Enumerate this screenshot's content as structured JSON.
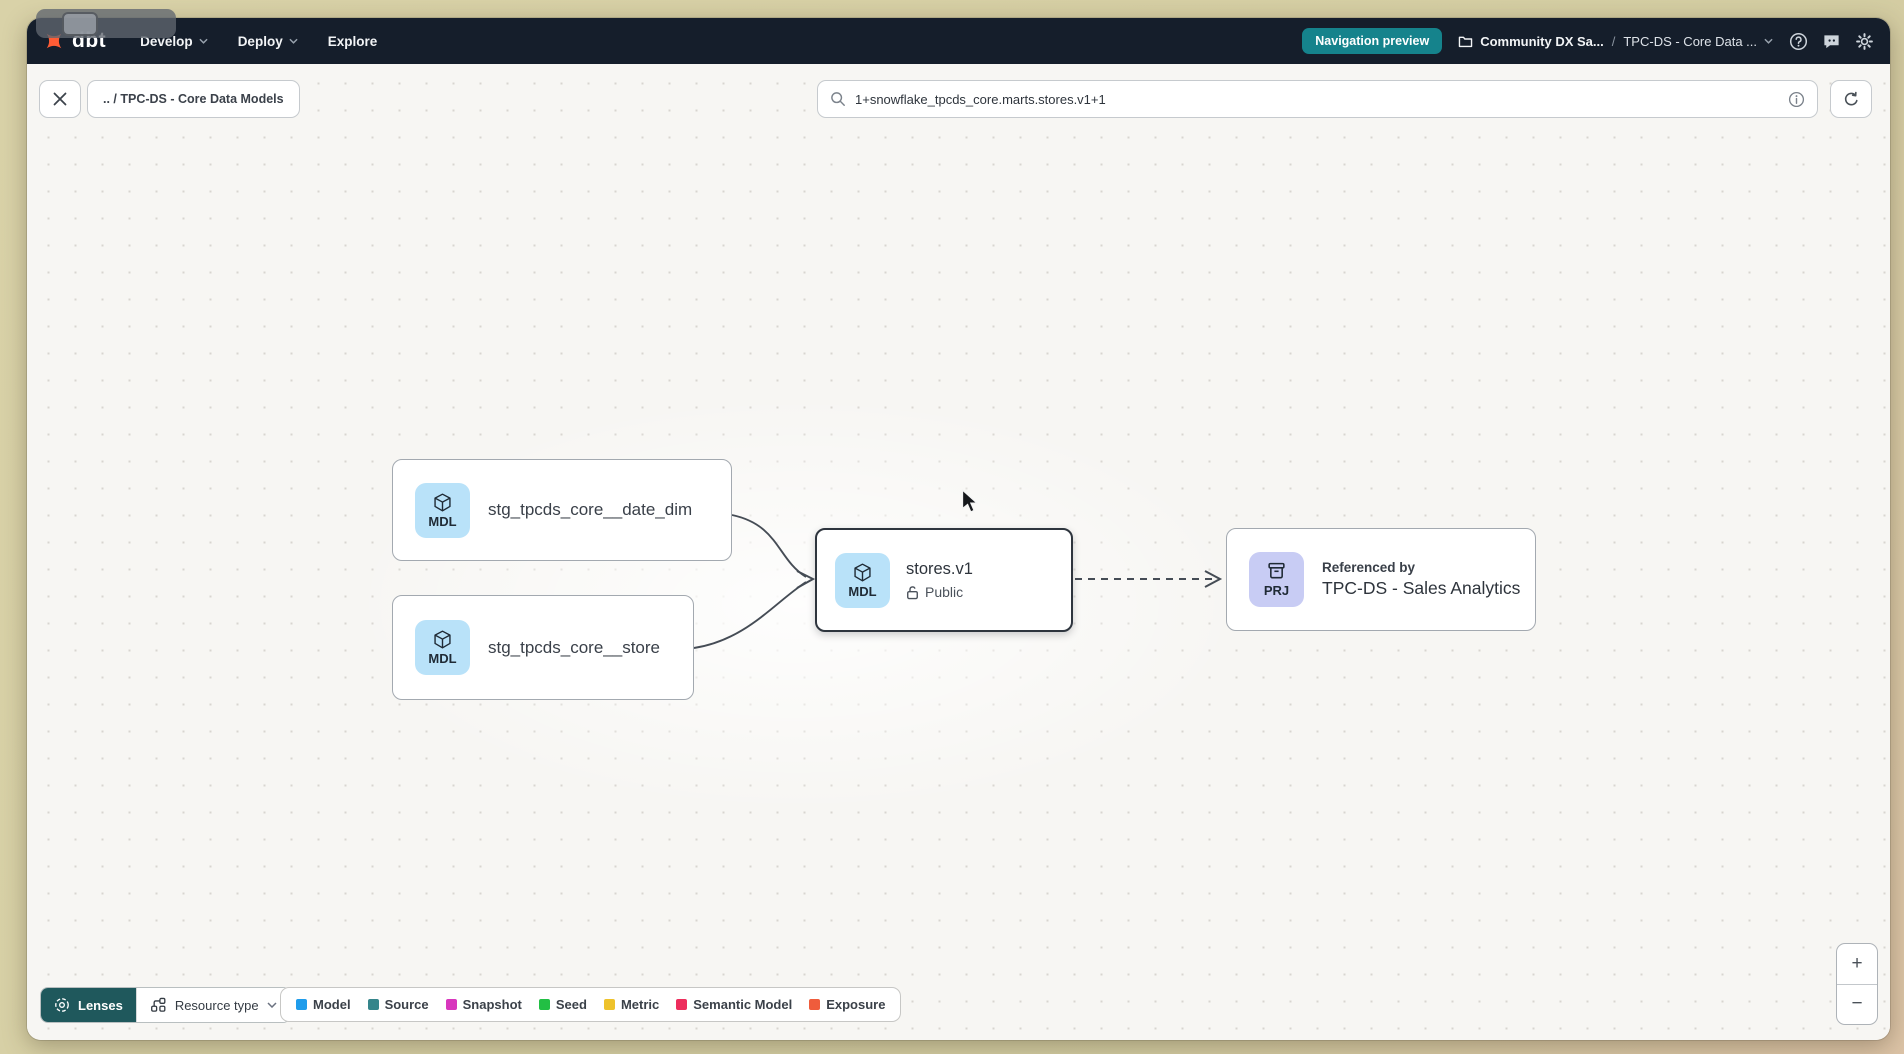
{
  "navbar": {
    "logo_text": "dbt",
    "menus": [
      {
        "label": "Develop"
      },
      {
        "label": "Deploy"
      },
      {
        "label": "Explore"
      }
    ],
    "badge_label": "Navigation preview",
    "badge_color": "#15838c",
    "breadcrumb": {
      "project": "Community DX Sa...",
      "separator": "/",
      "item": "TPC-DS - Core Data ..."
    }
  },
  "toolbar": {
    "path_chip": ".. / TPC-DS - Core Data Models",
    "search_value": "1+snowflake_tpcds_core.marts.stores.v1+1"
  },
  "canvas": {
    "nodes": [
      {
        "badge": "MDL",
        "label": "stg_tpcds_core__date_dim"
      },
      {
        "badge": "MDL",
        "label": "stg_tpcds_core__store"
      },
      {
        "badge": "MDL",
        "label": "stores.v1",
        "access": "Public",
        "selected": true
      },
      {
        "badge": "PRJ",
        "kicker": "Referenced by",
        "label": "TPC-DS - Sales Analytics"
      }
    ]
  },
  "controls": {
    "lenses_label": "Lenses",
    "lenses_color": "#1f585c",
    "resource_type_label": "Resource type",
    "zoom_in_label": "+",
    "zoom_out_label": "−"
  },
  "legend": {
    "items": [
      {
        "label": "Model",
        "color": "#1f9ceb"
      },
      {
        "label": "Source",
        "color": "#35858b"
      },
      {
        "label": "Snapshot",
        "color": "#d836bd"
      },
      {
        "label": "Seed",
        "color": "#22bf44"
      },
      {
        "label": "Metric",
        "color": "#eec22b"
      },
      {
        "label": "Semantic Model",
        "color": "#ed2d5c"
      },
      {
        "label": "Exposure",
        "color": "#ef5c3c"
      }
    ]
  }
}
